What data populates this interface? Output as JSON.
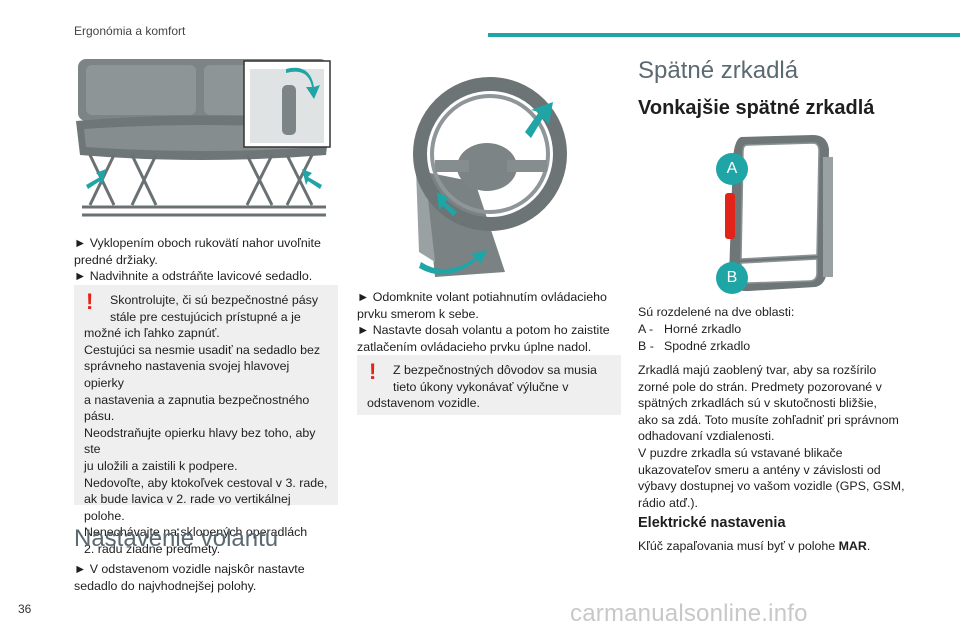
{
  "header": {
    "section": "Ergonómia a komfort"
  },
  "page_number": "36",
  "watermark": "carmanualsonline.info",
  "left_column": {
    "instructions": "► Vyklopením oboch rukovätí nahor uvoľnite\npredné držiaky.\n► Nadvihnite a odstráňte lavicové sedadlo.",
    "warning_first": "Skontrolujte, či sú bezpečnostné pásy\nstále pre cestujúcich prístupné a je",
    "warning_rest": "možné ich ľahko zapnúť.\nCestujúci sa nesmie usadiť na sedadlo bez\nsprávneho nastavenia svojej hlavovej opierky\na nastavenia a zapnutia bezpečnostného\npásu.\nNeodstraňujte opierku hlavy bez toho, aby ste\nju uložili a zaistili k podpere.\nNedovoľte, aby ktokoľvek cestoval v 3. rade,\nak bude lavica v 2. rade vo vertikálnej polohe.\nNenechávajte na sklopených operadlách\n2. radu žiadne predmety.",
    "steering_heading": "Nastavenie volantu",
    "steering_intro": "► V odstavenom vozidle najskôr nastavte\nsedadlo do najvhodnejšej polohy."
  },
  "middle_column": {
    "instructions": "► Odomknite volant potiahnutím ovládacieho\nprvku smerom k sebe.\n► Nastavte dosah volantu a potom ho zaistite\nzatlačením ovládacieho prvku úplne nadol.",
    "warning_first": "Z bezpečnostných dôvodov sa musia\ntieto úkony vykonávať výlučne v",
    "warning_rest": "odstavenom vozidle."
  },
  "right_column": {
    "heading": "Spätné zrkadlá",
    "subheading": "Vonkajšie spätné zrkadlá",
    "mirror_label_a": "A",
    "mirror_label_b": "B",
    "areas_intro": "Sú rozdelené na dve oblasti:",
    "areas": [
      {
        "key": "A -",
        "label": "Horné zrkadlo"
      },
      {
        "key": "B -",
        "label": "Spodné zrkadlo"
      }
    ],
    "description": "Zrkadlá majú zaoblený tvar, aby sa rozšírilo\nzorné pole do strán. Predmety pozorované v\nspätných zrkadlách sú v skutočnosti bližšie,\nako sa zdá. Toto musíte zohľadniť pri správnom\nodhadovaní vzdialenosti.\nV puzdre zrkadla sú vstavané blikače\nukazovateľov smeru a antény v závislosti od\nvýbavy dostupnej vo vašom vozidle (GPS, GSM,\nrádio atď.).",
    "electric_heading": "Elektrické nastavenia",
    "electric_text_prefix": "Kľúč zapaľovania musí byť v polohe ",
    "electric_text_key": "MAR",
    "electric_text_suffix": "."
  },
  "colors": {
    "accent_teal": "#1fa5a5",
    "warning_red": "#e2231a",
    "warning_bg": "#efefef"
  }
}
